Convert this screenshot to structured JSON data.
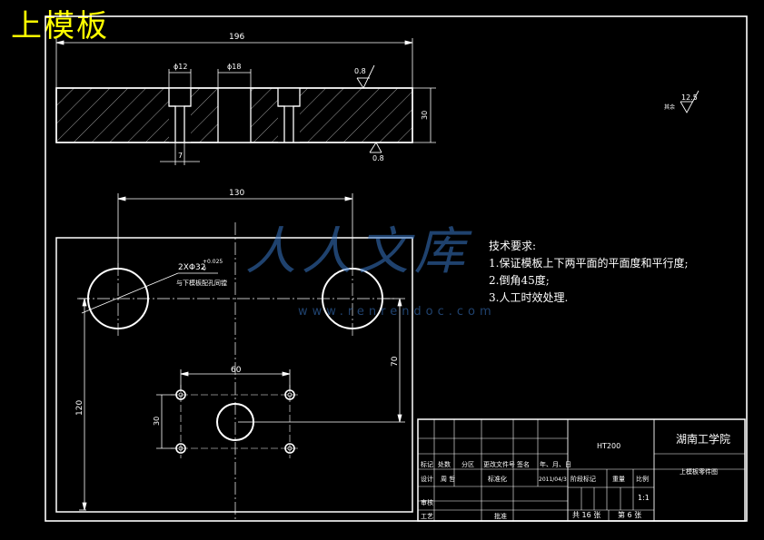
{
  "drawing": {
    "title": "上模板",
    "dims": {
      "length": "196",
      "hole_small_dia": "ϕ12",
      "hole_center_dia": "ϕ18",
      "slot_width": "7",
      "thickness": "30",
      "rough_top": "0.8",
      "rough_bottom": "0.8",
      "rough_rest_label": "其余",
      "rough_rest": "12.5",
      "center_spacing": "130",
      "hole_note": "2XΦ32",
      "hole_tol_top": "+0.025",
      "hole_tol_bottom": "0",
      "hole_note2": "与下模板配孔同镗",
      "small_spacing": "60",
      "small_vert": "30",
      "height_120": "120",
      "height_70": "70"
    },
    "tech_requirements": {
      "heading": "技术要求:",
      "items": [
        "1.保证模板上下两平面的平面度和平行度;",
        "2.倒角45度;",
        "3.人工时效处理."
      ]
    },
    "title_block": {
      "material": "HT200",
      "school": "湖南工学院",
      "part_name": "上模板零件图",
      "row_labels1": [
        "标记",
        "处数",
        "分区",
        "更改文件号",
        "签名",
        "年、月、日"
      ],
      "designer_label": "设计",
      "designer": "周 哲",
      "standard_label": "标准化",
      "date": "2011/04/3",
      "stage_label": "阶段标记",
      "weight_label": "重量",
      "scale_label": "比例",
      "scale_value": "1:1",
      "review_label": "审核",
      "process_label": "工艺",
      "approve_label": "批准",
      "total_label": "共 16 张",
      "sheet_label": "第 6 张"
    }
  },
  "watermark": {
    "text": "人人文库",
    "url": "www.renrendoc.com"
  }
}
